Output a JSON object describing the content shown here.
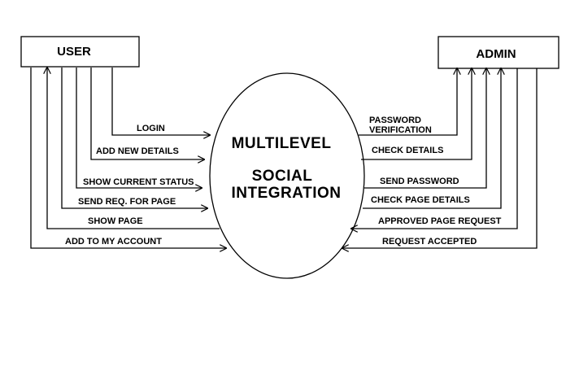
{
  "entities": {
    "user": "USER",
    "admin": "ADMIN"
  },
  "process": {
    "line1": "MULTILEVEL",
    "line2": "SOCIAL",
    "line3": "INTEGRATION"
  },
  "user_flows": [
    "LOGIN",
    "ADD NEW DETAILS",
    "SHOW CURRENT STATUS",
    "SEND REQ. FOR PAGE",
    "SHOW PAGE",
    "ADD TO MY ACCOUNT"
  ],
  "admin_flows": [
    "PASSWORD",
    "VERIFICATION",
    "CHECK DETAILS",
    "SEND PASSWORD",
    "CHECK PAGE DETAILS",
    "APPROVED PAGE REQUEST",
    "REQUEST ACCEPTED"
  ]
}
